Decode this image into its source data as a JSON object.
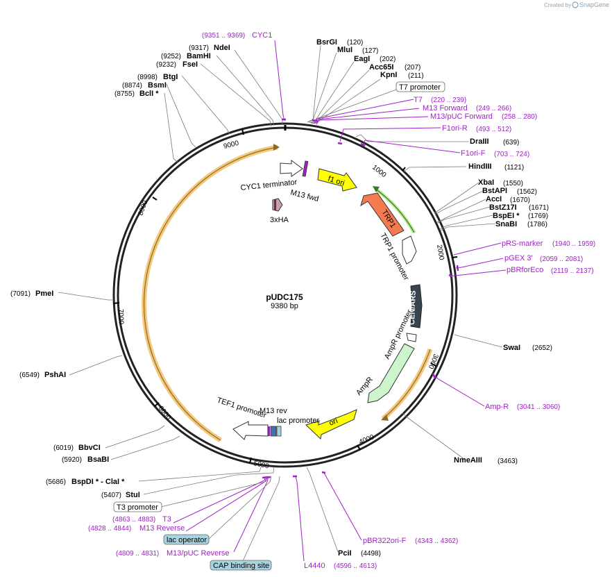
{
  "credit": {
    "prefix": "Created by",
    "brand": "SnapGene"
  },
  "plasmid": {
    "name": "pUDC175",
    "size": "9380 bp"
  },
  "ticks": [
    "1000",
    "2000",
    "3000",
    "4000",
    "5000",
    "6000",
    "7000",
    "8000",
    "9000"
  ],
  "enzymes": [
    {
      "name": "BsrGI",
      "pos": "(120)"
    },
    {
      "name": "MluI",
      "pos": "(127)"
    },
    {
      "name": "EagI",
      "pos": "(202)"
    },
    {
      "name": "Acc65I",
      "pos": "(207)"
    },
    {
      "name": "KpnI",
      "pos": "(211)"
    },
    {
      "name": "DraIII",
      "pos": "(639)"
    },
    {
      "name": "HindIII",
      "pos": "(1121)"
    },
    {
      "name": "XbaI",
      "pos": "(1550)"
    },
    {
      "name": "BstAPI",
      "pos": "(1562)"
    },
    {
      "name": "AccI",
      "pos": "(1670)"
    },
    {
      "name": "BstZ17I",
      "pos": "(1671)"
    },
    {
      "name": "BspEI *",
      "pos": "(1769)"
    },
    {
      "name": "SnaBI",
      "pos": "(1786)"
    },
    {
      "name": "SwaI",
      "pos": "(2652)"
    },
    {
      "name": "NmeAIII",
      "pos": "(3463)"
    },
    {
      "name": "PciI",
      "pos": "(4498)"
    },
    {
      "name": "StuI",
      "pos": "(5407)"
    },
    {
      "name": "BspDI * - ClaI *",
      "pos": "(5686)"
    },
    {
      "name": "BsaBI",
      "pos": "(5920)"
    },
    {
      "name": "BbvCI",
      "pos": "(6019)"
    },
    {
      "name": "PshAI",
      "pos": "(6549)"
    },
    {
      "name": "PmeI",
      "pos": "(7091)"
    },
    {
      "name": "BclI *",
      "pos": "(8755)"
    },
    {
      "name": "BsmI",
      "pos": "(8874)"
    },
    {
      "name": "BtgI",
      "pos": "(8998)"
    },
    {
      "name": "FseI",
      "pos": "(9232)"
    },
    {
      "name": "BamHI",
      "pos": "(9252)"
    },
    {
      "name": "NdeI",
      "pos": "(9317)"
    }
  ],
  "primers": [
    {
      "name": "CYC1",
      "pos": "(9351 .. 9369)"
    },
    {
      "name": "T7",
      "pos": "(220 .. 239)"
    },
    {
      "name": "M13 Forward",
      "pos": "(249 .. 266)"
    },
    {
      "name": "M13/pUC Forward",
      "pos": "(258 .. 280)"
    },
    {
      "name": "F1ori-R",
      "pos": "(493 .. 512)"
    },
    {
      "name": "F1ori-F",
      "pos": "(703 .. 724)"
    },
    {
      "name": "pRS-marker",
      "pos": "(1940 .. 1959)"
    },
    {
      "name": "pGEX 3'",
      "pos": "(2059 .. 2081)"
    },
    {
      "name": "pBRforEco",
      "pos": "(2119 .. 2137)"
    },
    {
      "name": "Amp-R",
      "pos": "(3041 .. 3060)"
    },
    {
      "name": "pBR322ori-F",
      "pos": "(4343 .. 4362)"
    },
    {
      "name": "L4440",
      "pos": "(4596 .. 4613)"
    },
    {
      "name": "M13/pUC Reverse",
      "pos": "(4809 .. 4831)"
    },
    {
      "name": "M13 Reverse",
      "pos": "(4828 .. 4844)"
    },
    {
      "name": "T3",
      "pos": "(4863 .. 4883)"
    }
  ],
  "boxed_features": [
    {
      "name": "T7 promoter"
    },
    {
      "name": "T3 promoter"
    },
    {
      "name": "lac operator"
    },
    {
      "name": "CAP binding site"
    }
  ],
  "features": {
    "f1_ori": "f1 ori",
    "trp1": "TRP1",
    "trp1_promoter": "TRP1 promoter",
    "cen_ars": "CEN/ARS",
    "ampr_promoter": "AmpR promoter",
    "ampr": "AmpR",
    "ori": "ori",
    "lac_promoter": "lac promoter",
    "m13_rev": "M13 rev",
    "tef1_promoter": "TEF1 promoter",
    "cyc1_terminator": "CYC1 terminator",
    "m13_fwd": "M13 fwd",
    "ha": "3xHA"
  },
  "colors": {
    "backbone": "#222222",
    "primer": "#a020c8",
    "f1_ori": "#ffff00",
    "trp1": "#f47a50",
    "cen_ars": "#3a4450",
    "ampr": "#ccf5cc",
    "ori": "#ffff00",
    "orf_highlight": "#f5c77a",
    "lac_operator_box": "#a8d4e0",
    "cap_box": "#a8d4e0"
  }
}
